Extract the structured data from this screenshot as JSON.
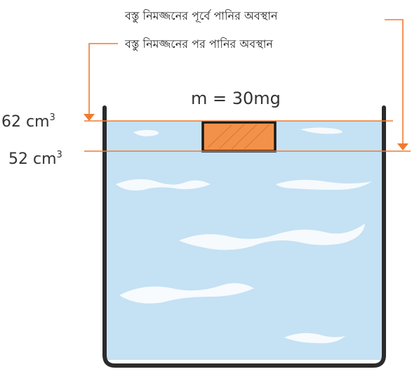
{
  "labels": {
    "water_before": "বস্তু নিমজ্জনের পূর্বে পানির অবস্থান",
    "water_after": "বস্তু নিমজ্জনের পর পানির অবস্থান",
    "mass": "m = 30mg",
    "volume_before": "52 cm",
    "volume_after": "62 cm",
    "unit_superscript": "3"
  },
  "colors": {
    "water": "#c5e1f4",
    "wave": "#ffffff",
    "container": "#2b2b2b",
    "block_fill": "#f2914a",
    "block_border": "#1a1a1a",
    "indicator_line": "#f07a30"
  },
  "readings": {
    "before_cm3": 52,
    "after_cm3": 62
  }
}
